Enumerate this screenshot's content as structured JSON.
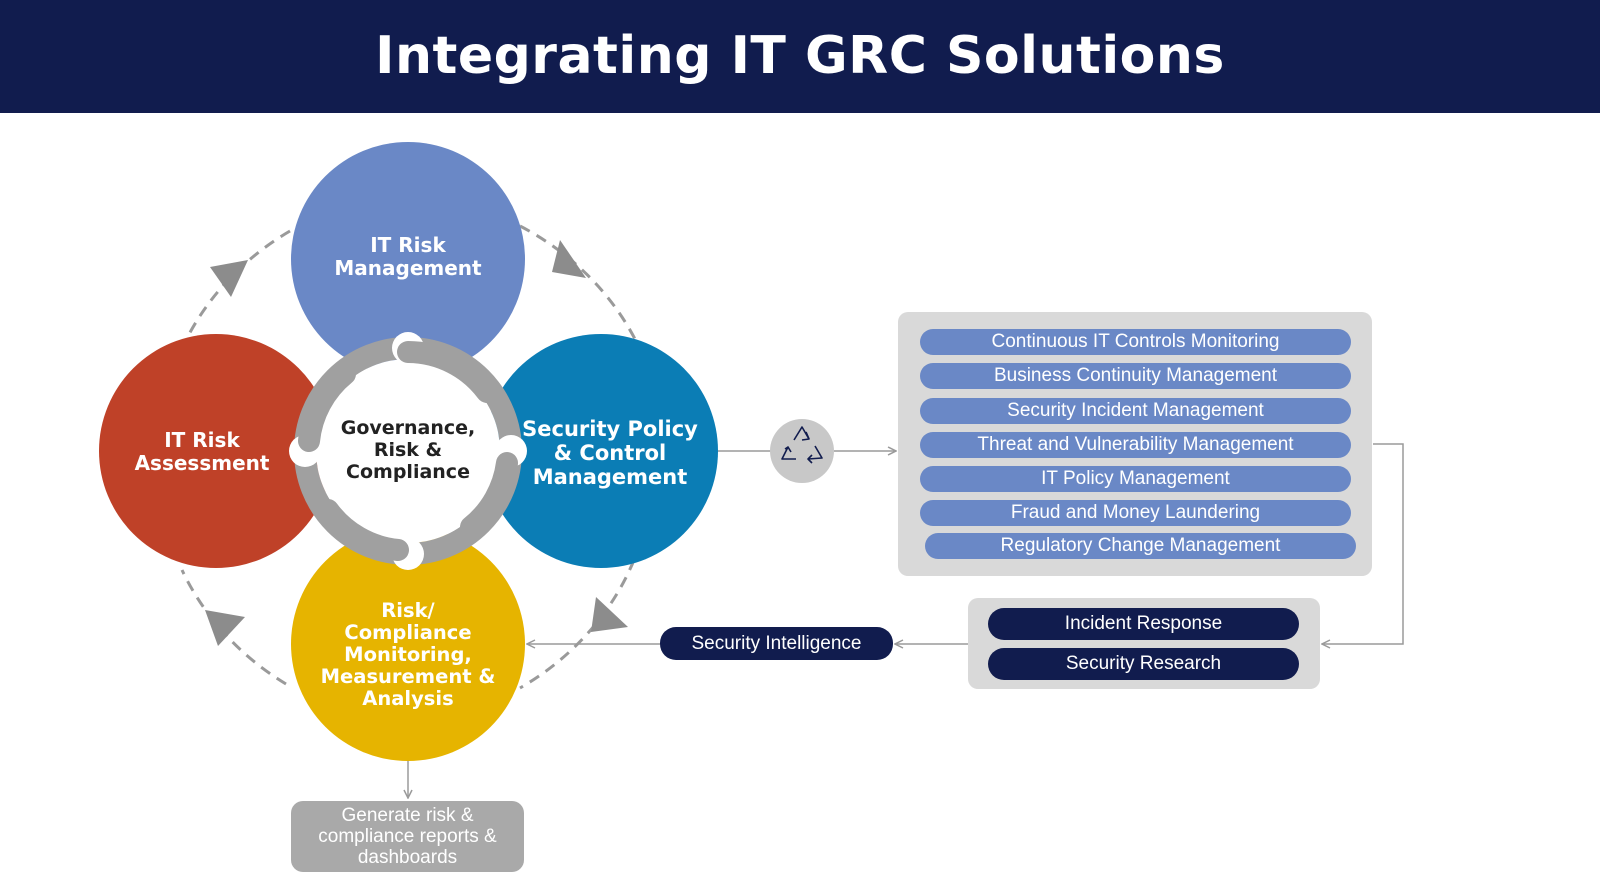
{
  "header": {
    "title": "Integrating IT GRC Solutions"
  },
  "cycle": {
    "center": [
      "Governance,",
      "Risk &",
      "Compliance"
    ],
    "nodes": [
      {
        "id": "top",
        "lines": [
          "IT Risk",
          "Management"
        ],
        "color": "#6a88c6"
      },
      {
        "id": "left",
        "lines": [
          "IT Risk",
          "Assessment"
        ],
        "color": "#bf4128"
      },
      {
        "id": "right",
        "lines": [
          "Security Policy",
          "& Control",
          "Management"
        ],
        "color": "#0b7db5"
      },
      {
        "id": "bottom",
        "lines": [
          "Risk/",
          "Compliance",
          "Monitoring,",
          "Measurement &",
          "Analysis"
        ],
        "color": "#e6b400"
      }
    ],
    "ring_color": "#a0a0a0",
    "arrow_color": "#8c8c8c"
  },
  "solutions": {
    "items": [
      "Continuous IT Controls Monitoring",
      "Business Continuity Management",
      "Security Incident Management",
      "Threat and Vulnerability Management",
      "IT Policy Management",
      "Fraud and Money Laundering",
      "Regulatory Change Management"
    ],
    "color": "#6a88c6"
  },
  "response": {
    "items": [
      "Incident Response",
      "Security Research"
    ],
    "color": "#111c4e"
  },
  "intelligence": {
    "label": "Security Intelligence"
  },
  "recycle_icon": "recycle-icon",
  "reports": {
    "lines": [
      "Generate risk &",
      "compliance reports &",
      "dashboards"
    ]
  }
}
